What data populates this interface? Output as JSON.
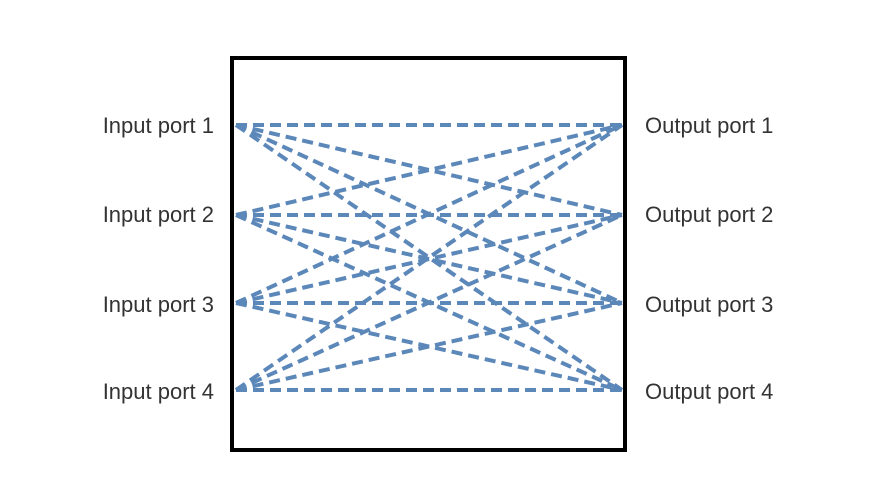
{
  "diagram": {
    "input_ports": [
      {
        "label": "Input port 1"
      },
      {
        "label": "Input port 2"
      },
      {
        "label": "Input port 3"
      },
      {
        "label": "Input port 4"
      }
    ],
    "output_ports": [
      {
        "label": "Output port 1"
      },
      {
        "label": "Output port 2"
      },
      {
        "label": "Output port 3"
      },
      {
        "label": "Output port 4"
      }
    ],
    "connections": "all-to-all",
    "colors": {
      "connection": "#5b87b9",
      "frame": "#000000",
      "label": "#333333"
    }
  }
}
